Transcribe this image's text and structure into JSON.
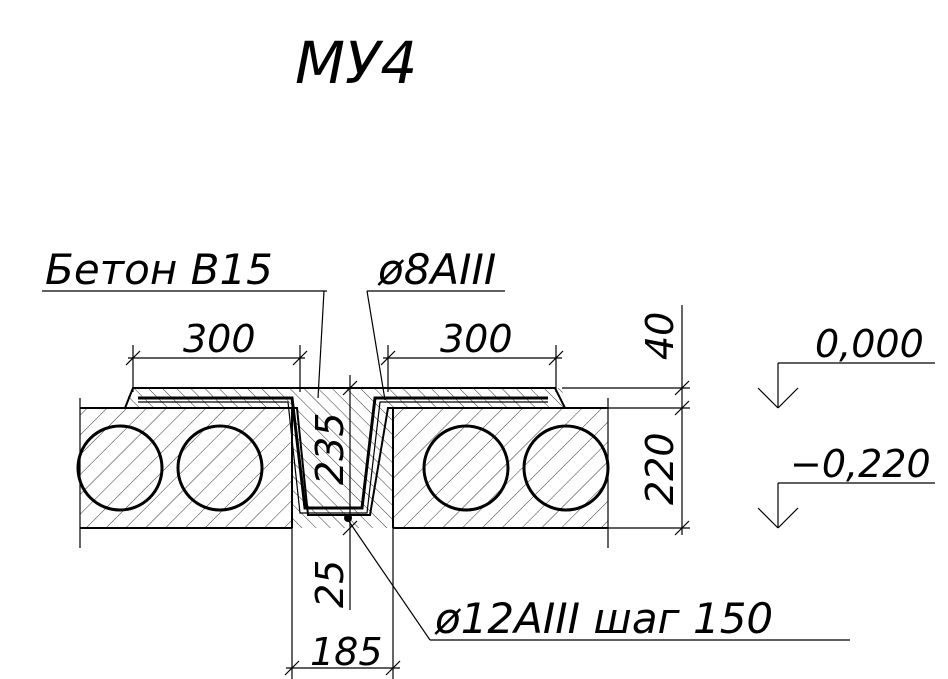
{
  "title": "МУ4",
  "callouts": {
    "concrete": "Бетон В15",
    "rebar_top": "ø8AIII",
    "rebar_bottom": "ø12AIII шаг 150"
  },
  "dimensions": {
    "left_width": "300",
    "right_width": "300",
    "top_layer": "40",
    "slab_height": "220",
    "joint_depth": "235",
    "bottom_cover": "25",
    "joint_width": "185"
  },
  "levels": {
    "top": "0,000",
    "bottom": "−0,220"
  }
}
